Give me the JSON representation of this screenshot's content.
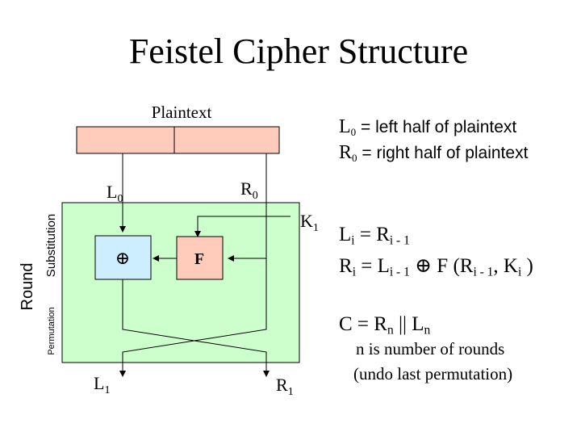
{
  "title": "Feistel Cipher Structure",
  "diagram": {
    "plaintext_label": "Plaintext",
    "l0": {
      "base": "L",
      "sub": "0"
    },
    "r0": {
      "base": "R",
      "sub": "0"
    },
    "k1": {
      "base": "K",
      "sub": "1"
    },
    "l1": {
      "base": "L",
      "sub": "1"
    },
    "r1": {
      "base": "R",
      "sub": "1"
    },
    "xor_symbol": "⊕",
    "f_label": "F",
    "round_label": "Round",
    "substitution_label": "Substitution",
    "permutation_label": "Permutation",
    "colors": {
      "plaintext_fill": "#ffccbb",
      "round_fill": "#ccffcc",
      "xor_fill": "#cceeff",
      "f_fill": "#ffccbb"
    }
  },
  "notes": {
    "line1": {
      "base": "L",
      "sub": "0",
      "text": " = left half of plaintext"
    },
    "line2": {
      "base": "R",
      "sub": "0",
      "text": " = right half of plaintext"
    },
    "eq1": {
      "lhs": "L",
      "lhs_sub": "i",
      "eq": " = R",
      "rhs_sub": "i - 1"
    },
    "eq2": {
      "lhs": "R",
      "lhs_sub": "i",
      "eq": " = L",
      "rhs_sub": "i - 1",
      "xor": " ⊕ ",
      "f": "F (R",
      "f_sub": "i - 1",
      "comma": ", K",
      "k_sub": "i",
      "close": " )"
    },
    "eq3": {
      "lhs": "C = R",
      "lhs_sub": "n",
      "bar": " || L",
      "l_sub": "n"
    },
    "rounds": "n is number of rounds",
    "undo": "(undo last permutation)"
  }
}
